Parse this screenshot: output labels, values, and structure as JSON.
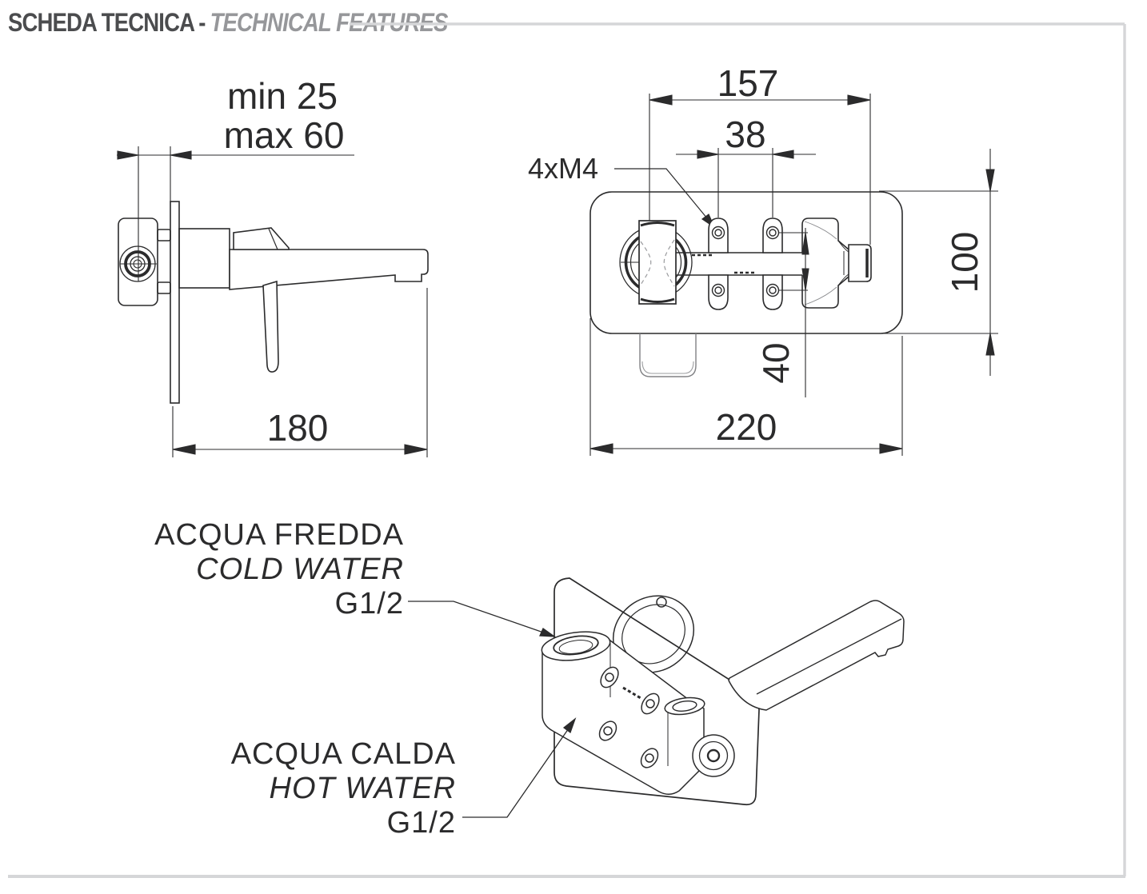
{
  "header": {
    "title_it": "SCHEDA TECNICA",
    "dash": "-",
    "title_en": "TECHNICAL FEATURES"
  },
  "side_view": {
    "wall_depth_min": "min 25",
    "wall_depth_max": "max 60",
    "spout_projection": "180"
  },
  "front_view": {
    "outlet_distance": "157",
    "screw_spacing": "38",
    "screw_label": "4xM4",
    "plate_height": "100",
    "hole_vertical_spacing": "40",
    "plate_width": "220"
  },
  "iso_view": {
    "cold_label": {
      "it": "ACQUA FREDDA",
      "en": "COLD WATER",
      "thread": "G1/2"
    },
    "hot_label": {
      "it": "ACQUA CALDA",
      "en": "HOT WATER",
      "thread": "G1/2"
    }
  },
  "colors": {
    "ink": "#2b2b2c",
    "header_dark": "#4b4c4e",
    "header_gray": "#96979a",
    "frame_gray": "#d5d6d8",
    "detail_gray": "#8a8b8e"
  }
}
